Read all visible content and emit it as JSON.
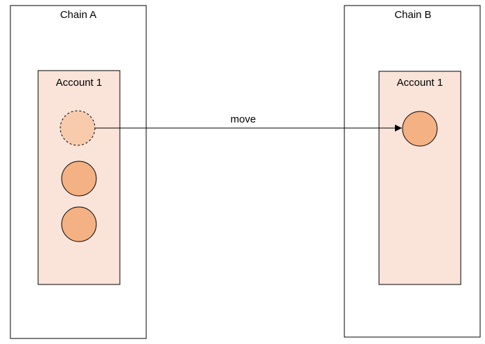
{
  "colors": {
    "account_fill": "#fae3d9",
    "token_fill": "#f4b183",
    "ghost_fill": "#f8cbad",
    "stroke": "#000000",
    "background": "#ffffff"
  },
  "chain_a": {
    "title": "Chain A",
    "account": {
      "title": "Account 1",
      "tokens": [
        {
          "state": "moved"
        },
        {
          "state": "present"
        },
        {
          "state": "present"
        }
      ]
    }
  },
  "chain_b": {
    "title": "Chain B",
    "account": {
      "title": "Account 1",
      "tokens": [
        {
          "state": "present"
        }
      ]
    }
  },
  "transfer": {
    "label": "move"
  }
}
